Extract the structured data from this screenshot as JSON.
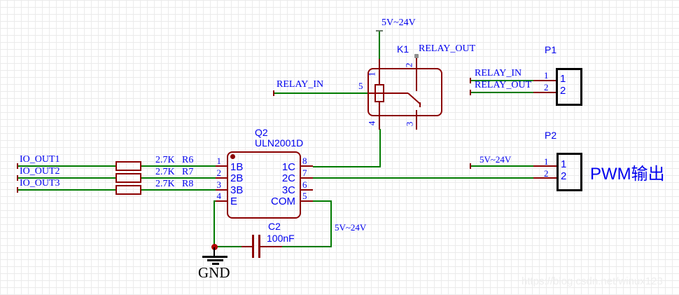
{
  "power_net_top": "5V~24V",
  "relay": {
    "designator": "K1",
    "net_label": "RELAY_OUT",
    "input_net": "RELAY_IN",
    "pins": {
      "coil_top": "1",
      "contact_top": "2",
      "coil_in": "5",
      "coil_bottom": "4",
      "contact_bottom": "3"
    }
  },
  "driver": {
    "designator": "Q2",
    "part": "ULN2001D",
    "left_pins": [
      {
        "num": "1",
        "name": "1B"
      },
      {
        "num": "2",
        "name": "2B"
      },
      {
        "num": "3",
        "name": "3B"
      },
      {
        "num": "4",
        "name": "E"
      }
    ],
    "right_pins": [
      {
        "num": "8",
        "name": "1C"
      },
      {
        "num": "7",
        "name": "2C"
      },
      {
        "num": "6",
        "name": "3C"
      },
      {
        "num": "5",
        "name": "COM"
      }
    ]
  },
  "inputs": [
    {
      "net": "IO_OUT1",
      "value": "2.7K",
      "ref": "R6"
    },
    {
      "net": "IO_OUT2",
      "value": "2.7K",
      "ref": "R7"
    },
    {
      "net": "IO_OUT3",
      "value": "2.7K",
      "ref": "R8"
    }
  ],
  "capacitor": {
    "designator": "C2",
    "value": "100nF",
    "net": "5V~24V"
  },
  "ground": {
    "label": "GND"
  },
  "p1": {
    "designator": "P1",
    "pins": [
      {
        "num": "1",
        "net": "RELAY_IN"
      },
      {
        "num": "2",
        "net": "RELAY_OUT"
      }
    ]
  },
  "p2": {
    "designator": "P2",
    "pins": [
      {
        "num": "1",
        "net": "5V~24V"
      },
      {
        "num": "2",
        "net": ""
      }
    ],
    "annotation": "PWM输出"
  },
  "watermark": "https://blog.csdn.net/winux123",
  "colors": {
    "wire": "#007b00",
    "outline": "#8b0000",
    "label": "#0000ee",
    "connector": "#000000"
  }
}
